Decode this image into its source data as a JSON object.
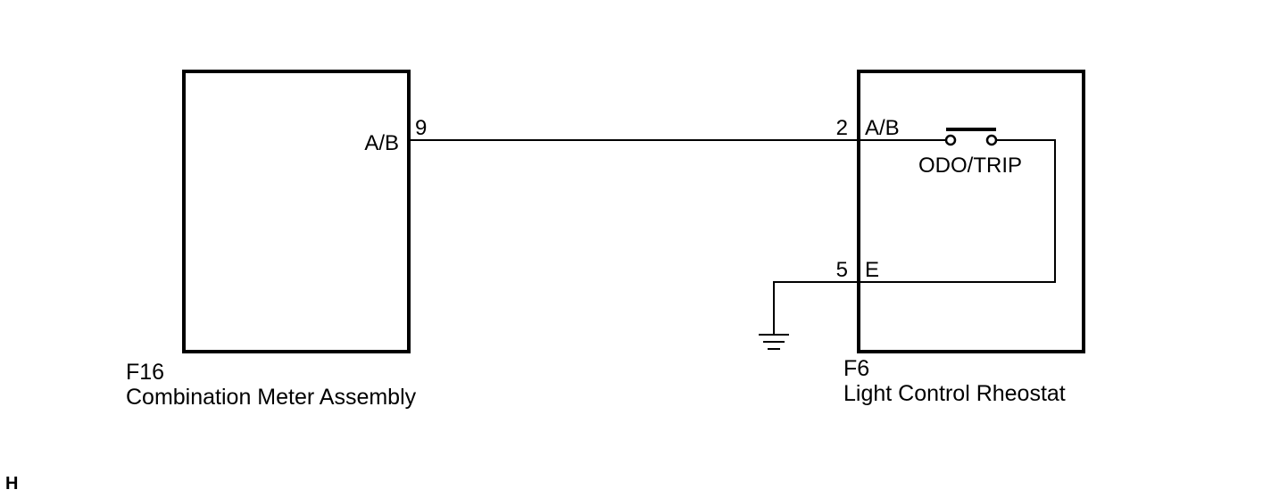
{
  "components": {
    "meter": {
      "code": "F16",
      "name": "Combination Meter Assembly",
      "terminal_label": "A/B",
      "pin": "9"
    },
    "rheostat": {
      "code": "F6",
      "name": "Light Control Rheostat",
      "terminal_ab_label": "A/B",
      "terminal_ab_pin": "2",
      "terminal_e_label": "E",
      "terminal_e_pin": "5",
      "switch_label": "ODO/TRIP"
    }
  },
  "corner_mark": "H",
  "colors": {
    "line": "#000000",
    "background": "#ffffff"
  }
}
